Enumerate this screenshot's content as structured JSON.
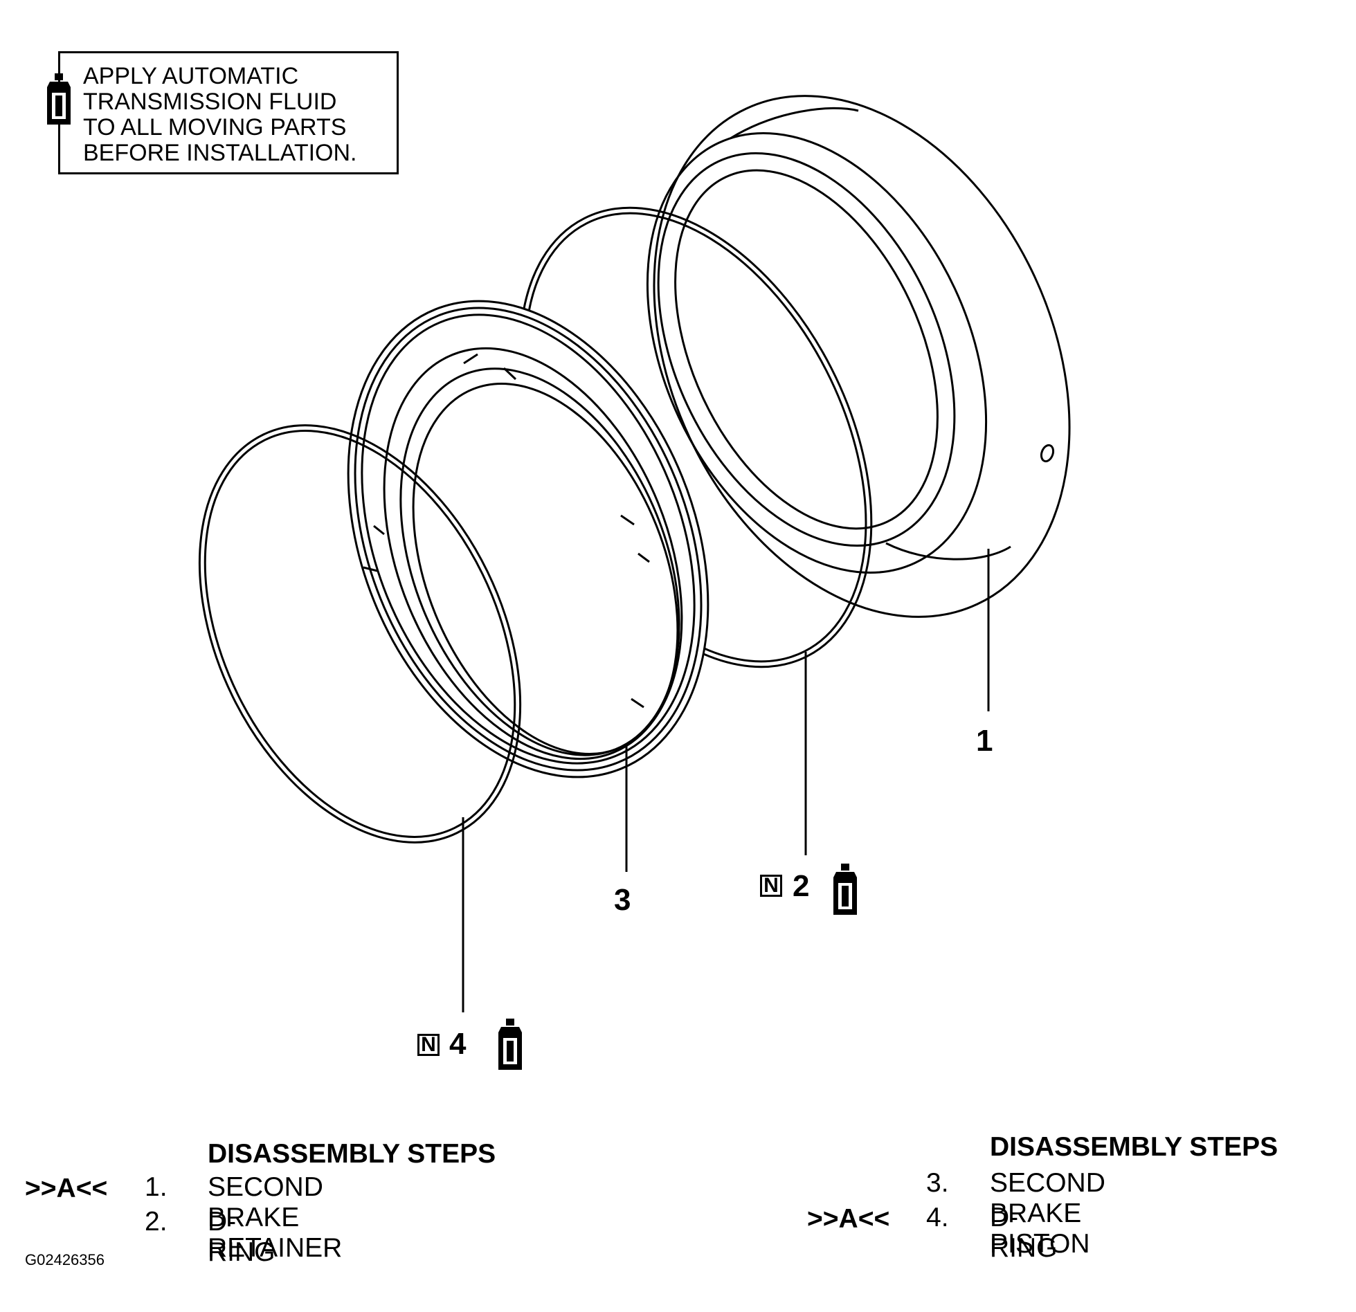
{
  "note": {
    "lines": [
      "APPLY AUTOMATIC",
      "TRANSMISSION FLUID",
      "TO ALL MOVING PARTS",
      "BEFORE INSTALLATION."
    ],
    "icon": "oil-bottle-icon"
  },
  "callouts": {
    "c1": "1",
    "c2": "2",
    "c3": "3",
    "c4": "4",
    "n_badge": "N"
  },
  "steps_left": {
    "header": "DISASSEMBLY STEPS",
    "rows": [
      {
        "mark": ">>A<<",
        "num": "1.",
        "label": "SECOND BRAKE RETAINER"
      },
      {
        "mark": "",
        "num": "2.",
        "label": "D-RING"
      }
    ]
  },
  "steps_right": {
    "header": "DISASSEMBLY STEPS",
    "rows": [
      {
        "mark": "",
        "num": "3.",
        "label": "SECOND BRAKE PISTON"
      },
      {
        "mark": ">>A<<",
        "num": "4.",
        "label": "D-RING"
      }
    ]
  },
  "figure_id": "G02426356"
}
